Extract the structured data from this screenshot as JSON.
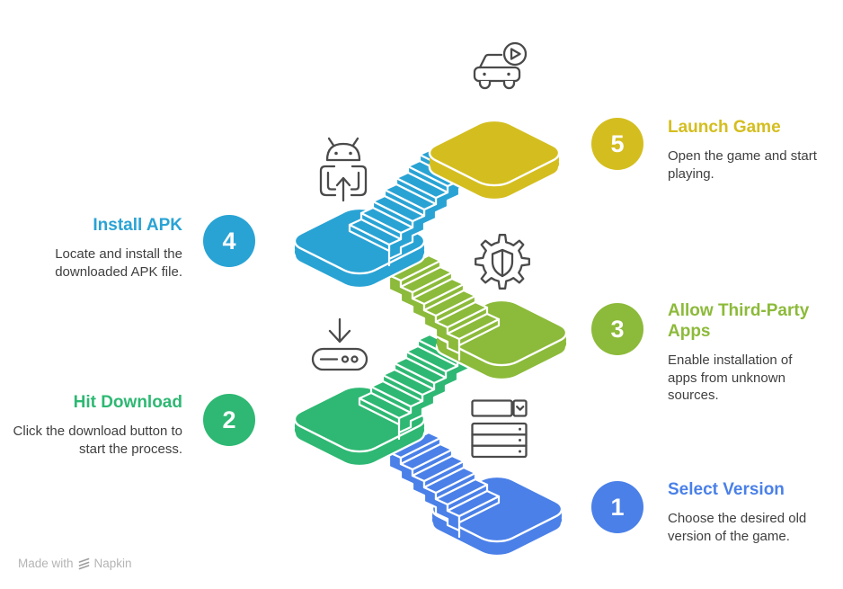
{
  "watermark": {
    "prefix": "Made with",
    "brand": "Napkin"
  },
  "text_color": "#3f3f3f",
  "icons": {
    "step1": "version-list-icon",
    "step2": "download-icon",
    "step3": "shield-gear-icon",
    "step4": "android-install-icon",
    "step5": "car-play-icon",
    "stroke_color": "#4a4a4a"
  },
  "steps": [
    {
      "number": "1",
      "title": "Select Version",
      "description": "Choose the desired old version of the game.",
      "color": "#4a80e8",
      "side": "right"
    },
    {
      "number": "2",
      "title": "Hit Download",
      "description": "Click the download button to start the process.",
      "color": "#2eb873",
      "side": "left"
    },
    {
      "number": "3",
      "title": "Allow Third-Party Apps",
      "description": "Enable installation of apps from unknown sources.",
      "color": "#8cba3a",
      "side": "right"
    },
    {
      "number": "4",
      "title": "Install APK",
      "description": "Locate and install the downloaded APK file.",
      "color": "#29a3d4",
      "side": "left"
    },
    {
      "number": "5",
      "title": "Launch Game",
      "description": "Open the game and start playing.",
      "color": "#d4be1f",
      "side": "right"
    }
  ]
}
